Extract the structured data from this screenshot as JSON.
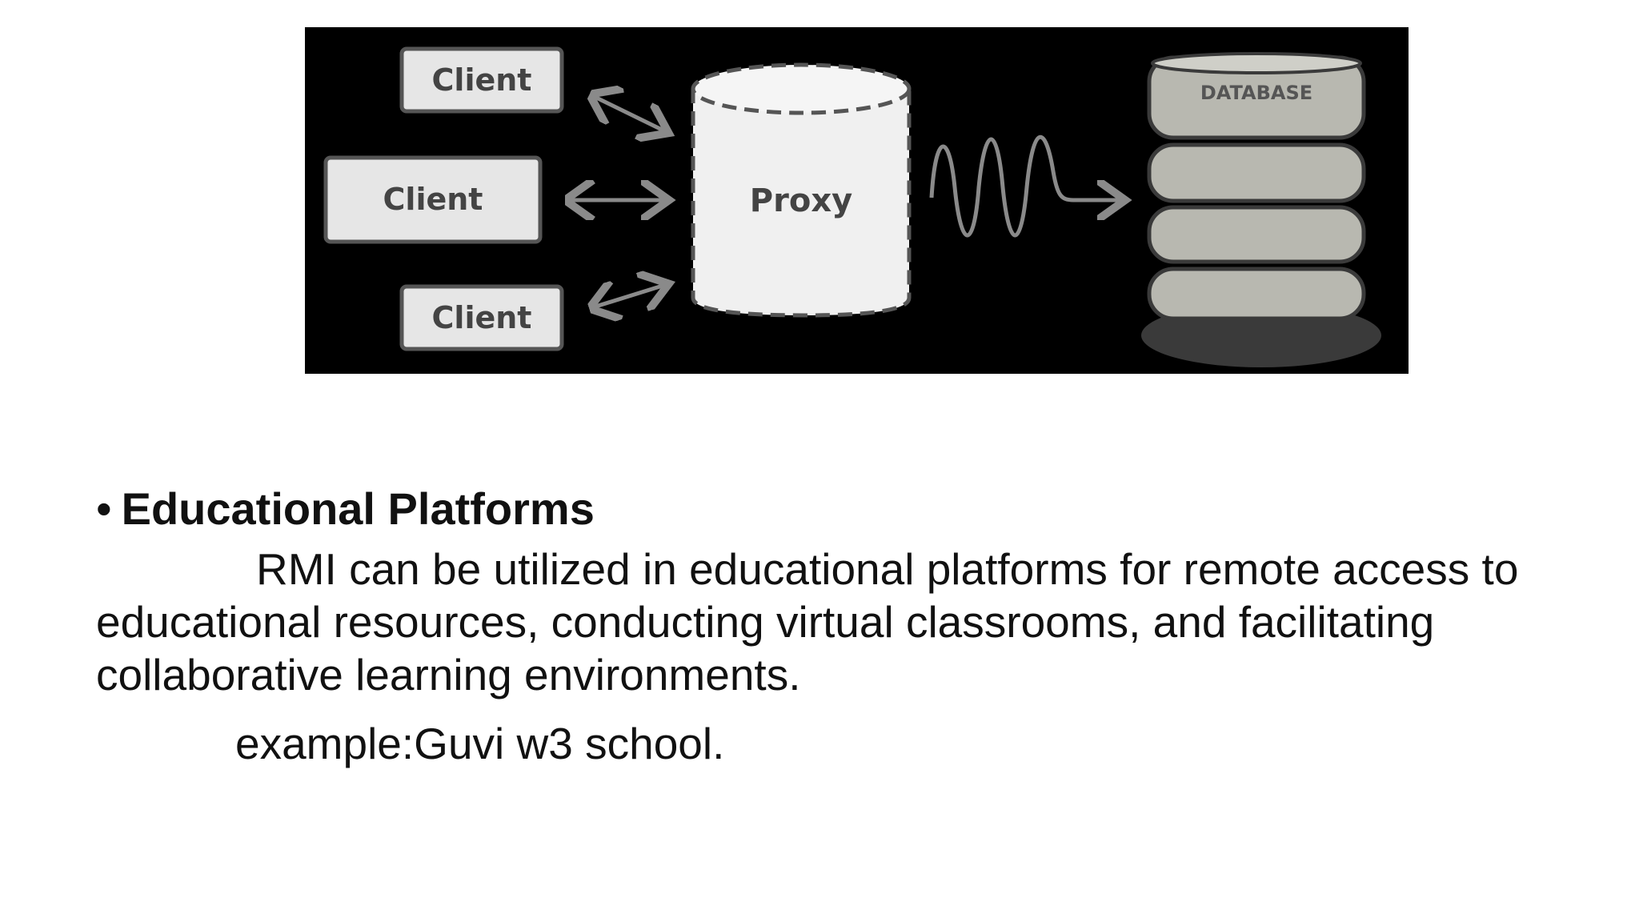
{
  "diagram": {
    "clients": [
      {
        "label": "Client"
      },
      {
        "label": "Client"
      },
      {
        "label": "Client"
      }
    ],
    "proxy_label": "Proxy",
    "database_label": "DATABASE"
  },
  "section": {
    "bullet": "•",
    "heading": "Educational Platforms",
    "body": "RMI can be utilized in educational platforms for remote access to educational resources, conducting virtual classrooms, and facilitating collaborative learning environments.",
    "example": "example:Guvi w3 school."
  }
}
